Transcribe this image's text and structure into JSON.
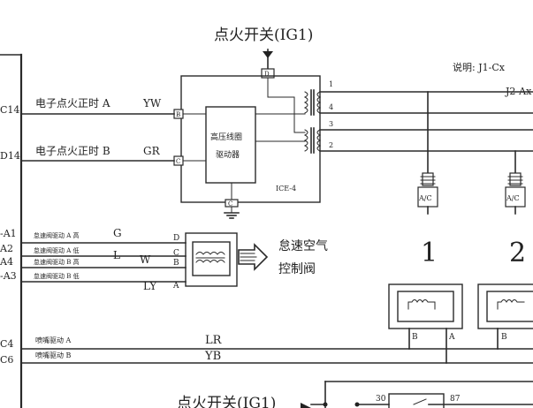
{
  "header": {
    "title": "点火开关(IG1)",
    "note_label": "说明: J1-Cx",
    "note_line2": "J2-Ax"
  },
  "left_pins": [
    "C14",
    "D14",
    "-A1",
    "A2",
    "A4",
    "-A3",
    "C4",
    "C6"
  ],
  "signals": [
    {
      "label": "电子点火正时 A",
      "code": "YW"
    },
    {
      "label": "电子点火正时 B",
      "code": "GR"
    }
  ],
  "ice_module": {
    "driver_line1": "高压线圈",
    "driver_line2": "驱动器",
    "name": "ICE-4",
    "pin_top": "D",
    "pin_a": "B",
    "pin_b": "C",
    "pin_bottom": "C",
    "outputs": [
      "1",
      "4",
      "3",
      "2"
    ]
  },
  "idle_valve": {
    "wires": [
      {
        "label": "怠速阀驱动 A 高",
        "code": "G",
        "pin": "D"
      },
      {
        "label": "怠速阀驱动 A 低",
        "code": "L",
        "pin": "C"
      },
      {
        "label": "怠速阀驱动 B 高",
        "code": "W",
        "pin": "B"
      },
      {
        "label": "怠速阀驱动 B 低",
        "code": "LY",
        "pin": "A"
      }
    ],
    "name_line1": "怠速空气",
    "name_line2": "控制阀"
  },
  "plugs": [
    {
      "tag": "A/C",
      "number": "1"
    },
    {
      "tag": "A/C",
      "number": "2"
    }
  ],
  "injectors": {
    "signals": [
      {
        "label": "喷嘴驱动 A",
        "code": "LR"
      },
      {
        "label": "喷嘴驱动 B",
        "code": "YB"
      }
    ],
    "terms": [
      "B",
      "A",
      "B"
    ]
  },
  "relay": {
    "switch_label": "点火开关(IG1)",
    "pin_left": "30",
    "pin_right": "87"
  }
}
